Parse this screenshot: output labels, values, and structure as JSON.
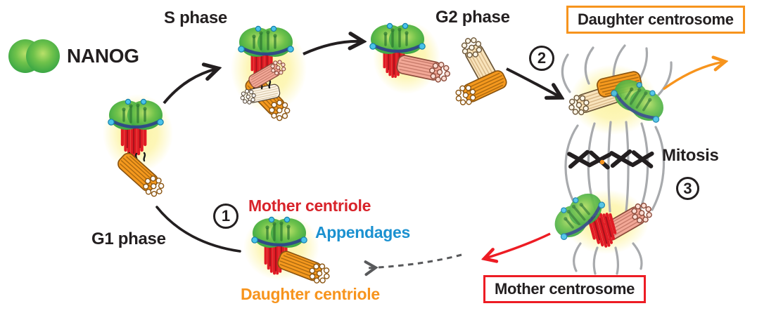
{
  "legend": {
    "label": "NANOG"
  },
  "phases": {
    "s": "S phase",
    "g2": "G2 phase",
    "g1": "G1 phase",
    "mitosis": "Mitosis"
  },
  "boxes": {
    "daughter": "Daughter centrosome",
    "mother": "Mother centrosome"
  },
  "annotations": {
    "mother_centriole": "Mother centriole",
    "appendages": "Appendages",
    "daughter_centriole": "Daughter centriole"
  },
  "steps": [
    "1",
    "2",
    "3"
  ],
  "colors": {
    "nanog_green": "#3FAC47",
    "nanog_green_light": "#A8D84E",
    "mother_centriole_red": "#E01B24",
    "procentriole_pink": "#F2A897",
    "daughter_centriole_orange": "#F5991E",
    "procentriole_cream": "#F9E4BC",
    "appendage_blue": "#49C3E9",
    "appendage_band_blue": "#2B3990",
    "glow_yellow": "#FCF3A0",
    "spindle_gray": "#A8AAAD",
    "chromosome_black": "#231F20",
    "text_black": "#231F20",
    "label_red": "#D8232A",
    "label_blue": "#1B91D0",
    "label_orange": "#F7941D",
    "box_border_orange": "#F7941D",
    "box_border_red": "#ED1C24",
    "dashed_arrow_gray": "#58595B"
  }
}
